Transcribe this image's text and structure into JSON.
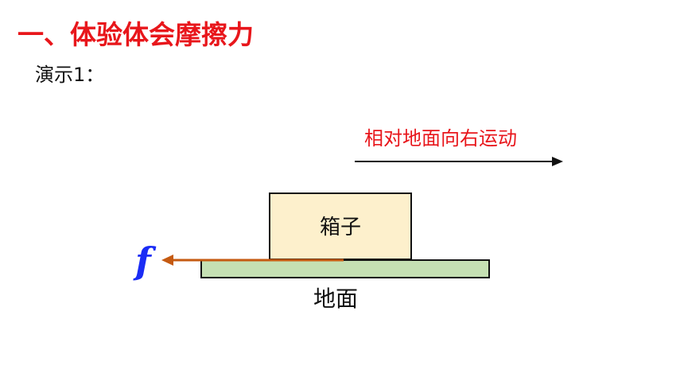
{
  "title": "一、体验体会摩擦力",
  "subtitle": "演示1：",
  "diagram": {
    "motion_label": "相对地面向右运动",
    "box_label": "箱子",
    "ground_label": "地面",
    "force_symbol": "f"
  },
  "colors": {
    "title": "#e8161b",
    "motion_label": "#e8161b",
    "box_fill": "#fdf0cc",
    "ground_fill": "#c5e0b3",
    "force_arrow": "#c55a11",
    "force_symbol": "#1a2cf5"
  }
}
